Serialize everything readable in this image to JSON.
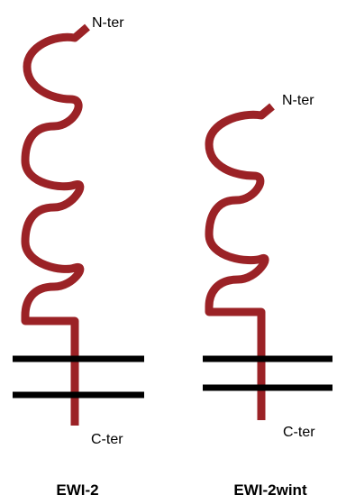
{
  "colors": {
    "protein": "#9b2226",
    "membrane": "#000000",
    "background": "#ffffff"
  },
  "proteins": [
    {
      "name": "EWI-2",
      "n_terminus_label": "N-ter",
      "c_terminus_label": "C-ter",
      "ig_domain_count": 4
    },
    {
      "name": "EWI-2wint",
      "n_terminus_label": "N-ter",
      "c_terminus_label": "C-ter",
      "ig_domain_count": 3
    }
  ]
}
